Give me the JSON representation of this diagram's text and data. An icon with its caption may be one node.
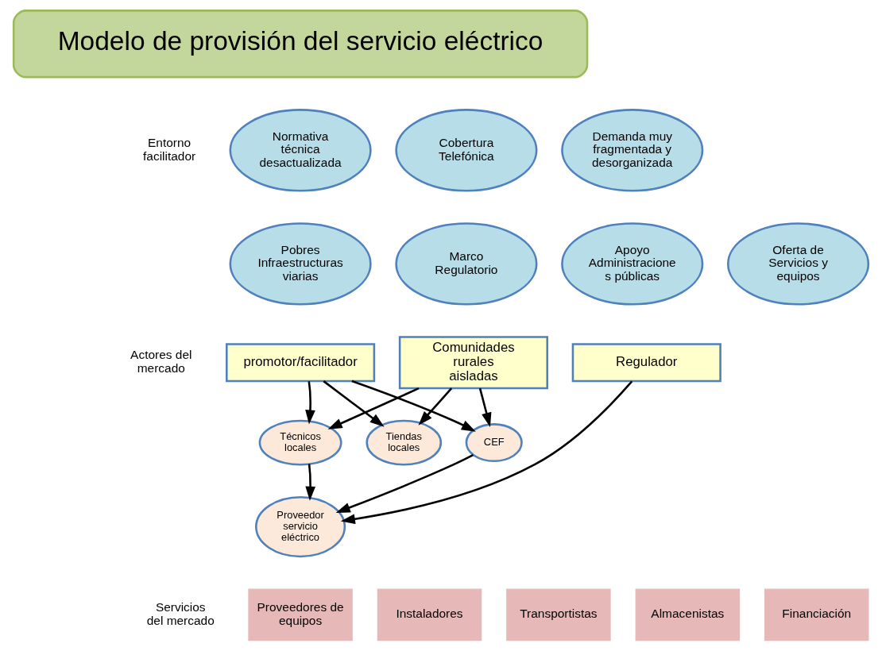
{
  "diagram": {
    "nodes": [
      {
        "text": [
          "Modelo de provisión del servicio eléctrico"
        ]
      },
      {
        "text": [
          "Normativa técnica desactualizada"
        ]
      },
      {
        "text": [
          "Cobertura Telefónica"
        ]
      },
      {
        "text": [
          "Demanda muy fragmentada y desorganizada"
        ]
      },
      {
        "text": [
          "Pobres Infraestructuras viarias"
        ]
      },
      {
        "text": [
          "Marco Regulatorio"
        ]
      },
      {
        "text": [
          "Apoyo Administracione s públicas"
        ]
      },
      {
        "text": [
          "Oferta de Servicios y equipos"
        ]
      },
      {
        "text": [
          "promotor/facilitador"
        ]
      },
      {
        "text": [
          "Comunidades rurales aisladas"
        ]
      },
      {
        "text": [
          "Regulador"
        ]
      },
      {
        "text": [
          "Técnicos locales"
        ]
      },
      {
        "text": [
          "Tiendas locales"
        ]
      },
      {
        "text": [
          "CEF"
        ]
      },
      {
        "text": [
          "Proveedor servicio eléctrico"
        ]
      },
      {
        "text": [
          "Proveedores de equipos"
        ]
      },
      {
        "text": [
          "Instaladores"
        ]
      },
      {
        "text": [
          "Transportistas"
        ]
      },
      {
        "text": [
          "Almacenistas"
        ]
      },
      {
        "text": [
          "Financiación"
        ]
      }
    ],
    "edges": [
      {
        "from": 8,
        "to": 11,
        "arrow": "to"
      },
      {
        "from": 8,
        "to": 12,
        "arrow": "to"
      },
      {
        "from": 8,
        "to": 13,
        "arrow": "to"
      },
      {
        "from": 9,
        "to": 11,
        "arrow": "to"
      },
      {
        "from": 9,
        "to": 12,
        "arrow": "to"
      },
      {
        "from": 9,
        "to": 13,
        "arrow": "to"
      },
      {
        "from": 10,
        "to": 14,
        "arrow": "to"
      },
      {
        "from": 11,
        "to": 14,
        "arrow": "to"
      },
      {
        "from": 13,
        "to": 14,
        "arrow": "to"
      }
    ],
    "labels": [
      "Entorno facilitador",
      "Actores del mercado",
      "Servicios del mercado"
    ]
  }
}
